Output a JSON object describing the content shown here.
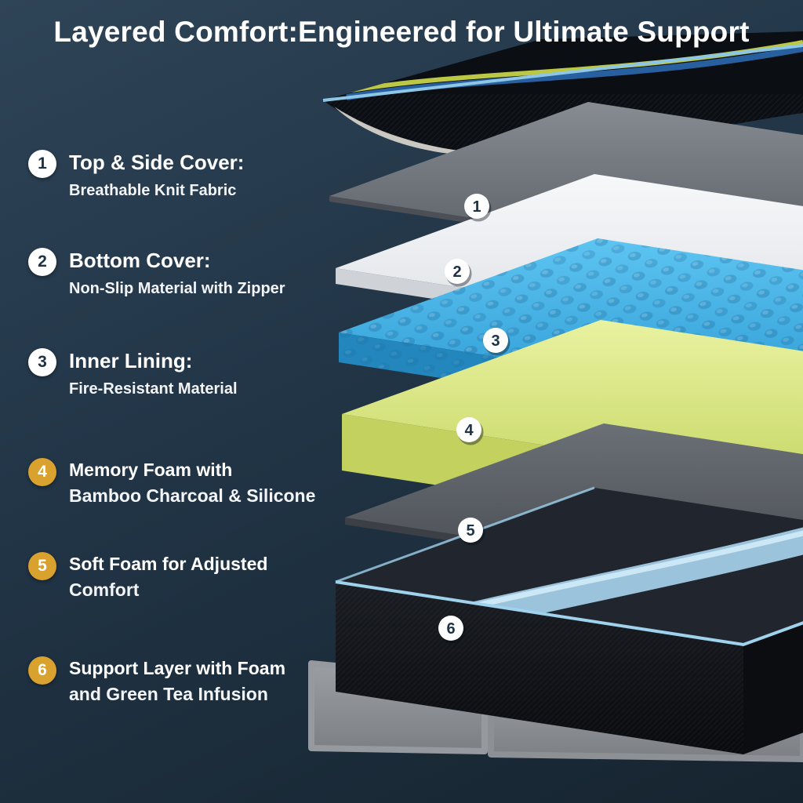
{
  "title": "Layered Comfort:Engineered for Ultimate Support",
  "legend": {
    "items": [
      {
        "number": "1",
        "heading": "Top & Side Cover:",
        "sub": "Breathable Knit Fabric",
        "badge": "white"
      },
      {
        "number": "2",
        "heading": "Bottom Cover:",
        "sub": "Non-Slip Material with Zipper",
        "badge": "white"
      },
      {
        "number": "3",
        "heading": "Inner Lining:",
        "sub": "Fire-Resistant Material",
        "badge": "white"
      },
      {
        "number": "4",
        "heading": "Memory Foam with",
        "sub": "Bamboo Charcoal & Silicone",
        "badge": "gold"
      },
      {
        "number": "5",
        "heading": "Soft Foam for Adjusted",
        "sub": "Comfort",
        "badge": "gold"
      },
      {
        "number": "6",
        "heading": "Support Layer with Foam",
        "sub": "and Green Tea Infusion",
        "badge": "gold"
      }
    ]
  },
  "diagram": {
    "badges": [
      "1",
      "2",
      "3",
      "4",
      "5",
      "6"
    ],
    "layers": [
      {
        "number": "1",
        "color": "#6e737a"
      },
      {
        "number": "2",
        "color": "#eef0f2"
      },
      {
        "number": "3",
        "color": "#3fa9dd"
      },
      {
        "number": "4",
        "color": "#d9e682"
      },
      {
        "number": "5",
        "color": "#565b61"
      },
      {
        "number": "6",
        "color": "#15171c"
      }
    ]
  },
  "colors": {
    "background": "#203346",
    "title_text": "#ffffff",
    "badge_white_bg": "#ffffff",
    "badge_white_text": "#1d3144",
    "badge_gold_bg": "#d9a12e",
    "badge_gold_text": "#ffffff",
    "foundation": "#8f9296",
    "accent_piping": "#a8d6ef",
    "cover_stripe_blue": "#2e6db8",
    "cover_stripe_yellow": "#c6d348"
  }
}
